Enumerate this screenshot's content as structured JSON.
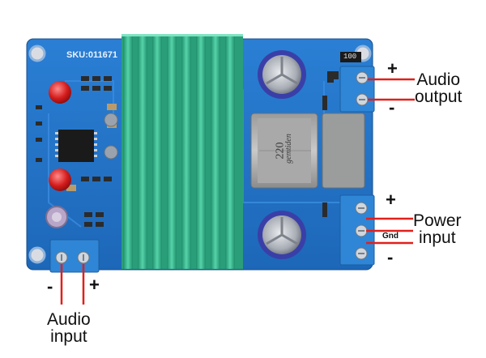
{
  "board": {
    "sku": "SKU:011671",
    "coil_value": "220",
    "coil_brand": "gemtiden",
    "resistor_value": "100",
    "gnd_label": "Gnd"
  },
  "labels": {
    "audio_output": "Audio\noutput",
    "power_input": "Power\ninput",
    "audio_input": "Audio\ninput"
  },
  "signs": {
    "plus": "+",
    "minus": "-"
  },
  "colors": {
    "pcb": "#1f6fc4",
    "heatsink": "#36b98f",
    "terminal": "#2f86d6",
    "arrow": "#e0201c"
  }
}
